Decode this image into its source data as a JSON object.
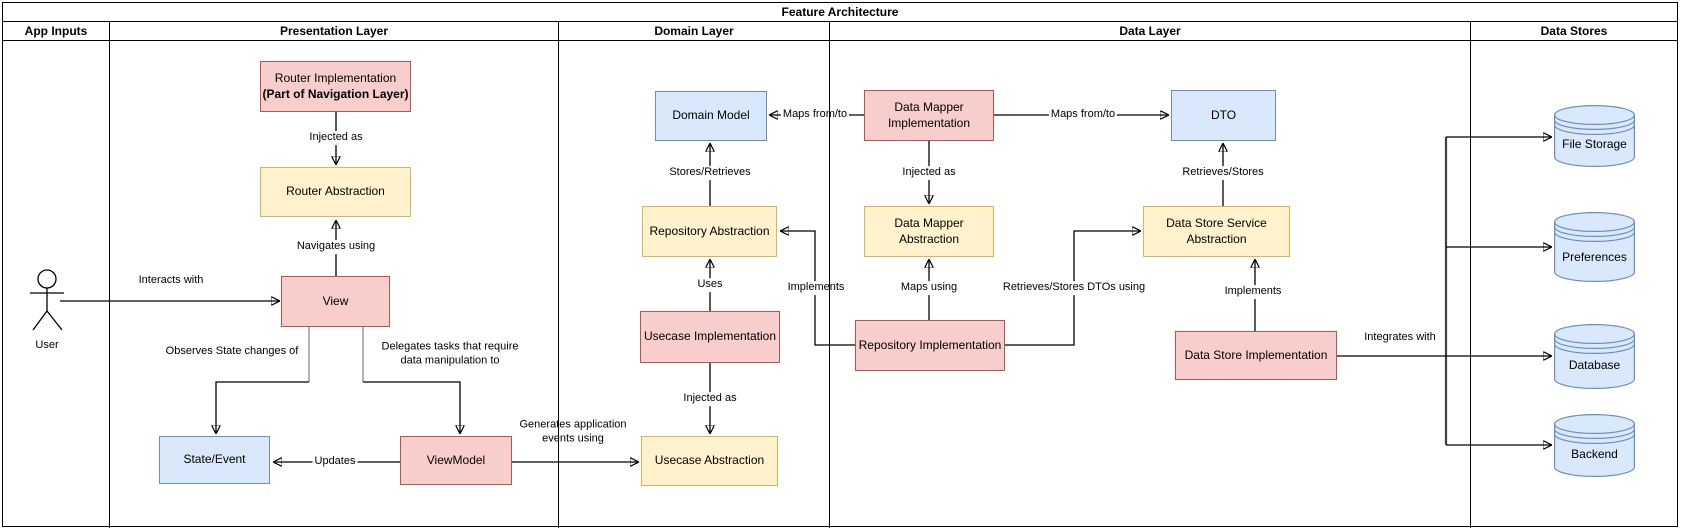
{
  "title": "Feature Architecture",
  "lanes": [
    "App Inputs",
    "Presentation Layer",
    "Domain Layer",
    "Data Layer",
    "Data Stores"
  ],
  "colors": {
    "box_red_fill": "#f8cecc",
    "box_red_stroke": "#b85450",
    "box_yellow_fill": "#fff2cc",
    "box_yellow_stroke": "#d6b656",
    "box_blue_fill": "#dae8fc",
    "box_blue_stroke": "#6c8ebf",
    "edge": "#000000",
    "lane_border": "#000000"
  },
  "actor": {
    "label": "User"
  },
  "nodes": {
    "router_implementation": {
      "line1": "Router Implementation",
      "line2": "(Part of Navigation Layer)"
    },
    "router_abstraction": {
      "label": "Router Abstraction"
    },
    "view": {
      "label": "View"
    },
    "state_event": {
      "label": "State/Event"
    },
    "view_model": {
      "label": "ViewModel"
    },
    "domain_model": {
      "label": "Domain Model"
    },
    "repository_abstraction": {
      "label": "Repository Abstraction"
    },
    "usecase_implementation": {
      "label": "Usecase Implementation"
    },
    "usecase_abstraction": {
      "label": "Usecase Abstraction"
    },
    "data_mapper_implementation": {
      "line1": "Data Mapper",
      "line2": "Implementation"
    },
    "dto": {
      "label": "DTO"
    },
    "data_mapper_abstraction": {
      "line1": "Data Mapper",
      "line2": "Abstraction"
    },
    "data_store_service_abstraction": {
      "line1": "Data Store Service",
      "line2": "Abstraction"
    },
    "repository_implementation": {
      "label": "Repository Implementation"
    },
    "data_store_implementation": {
      "label": "Data Store Implementation"
    }
  },
  "stores": [
    {
      "label": "File Storage"
    },
    {
      "label": "Preferences"
    },
    {
      "label": "Database"
    },
    {
      "label": "Backend"
    }
  ],
  "edge_labels": {
    "interacts_with": "Interacts with",
    "injected_as_router": "Injected as",
    "navigates_using": "Navigates using",
    "observes": "Observes State changes of",
    "delegates_line1": "Delegates tasks that require",
    "delegates_line2": "data manipulation to",
    "updates": "Updates",
    "generates_line1": "Generates application",
    "generates_line2": "events using",
    "uses": "Uses",
    "injected_as_usecase": "Injected as",
    "stores_retrieves": "Stores/Retrieves",
    "maps_from_to_left": "Maps from/to",
    "maps_from_to_right": "Maps from/to",
    "injected_as_mapper": "Injected as",
    "maps_using": "Maps using",
    "implements_repository": "Implements",
    "retrieves_stores_dtos": "Retrieves/Stores DTOs using",
    "retrieves_stores": "Retrieves/Stores",
    "implements_data_store": "Implements",
    "integrates_with": "Integrates with"
  }
}
